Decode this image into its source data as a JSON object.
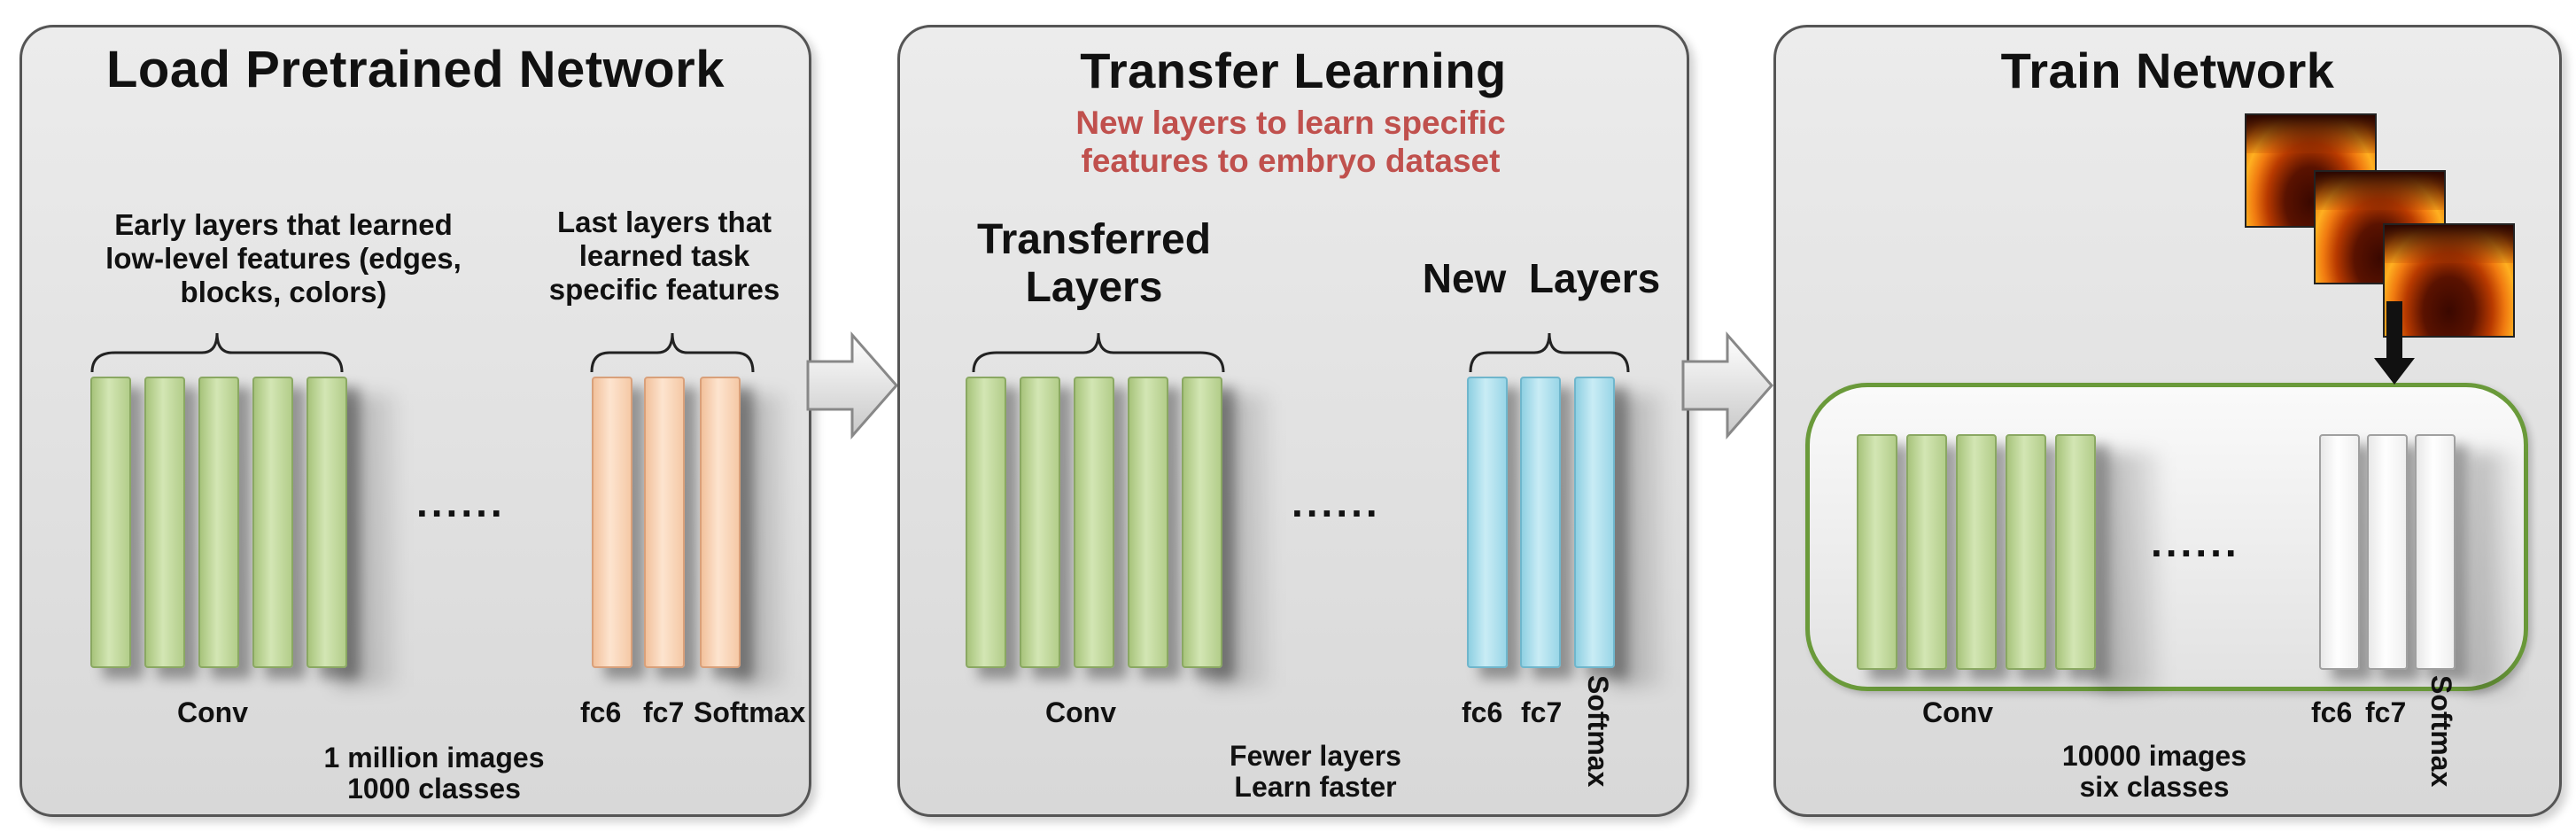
{
  "panel1": {
    "title": "Load Pretrained Network",
    "early_label": [
      "Early layers that learned",
      "low-level features (edges,",
      "blocks, colors)"
    ],
    "last_label": [
      "Last layers that",
      "learned task",
      "specific features"
    ],
    "dots": "......",
    "conv_label": "Conv",
    "fc_labels": [
      "fc6",
      "fc7",
      "Softmax"
    ],
    "dataset": [
      "1  million  images",
      "1000  classes"
    ]
  },
  "panel2": {
    "title": "Transfer Learning",
    "highlight": [
      "New layers to learn specific",
      "features to embryo dataset"
    ],
    "transferred_label": [
      "Transferred",
      "Layers"
    ],
    "new_label": "New  Layers",
    "dots": "......",
    "conv_label": "Conv",
    "fc_labels": [
      "fc6",
      "fc7"
    ],
    "softmax_label": "Softmax",
    "note": [
      "Fewer layers",
      "Learn faster"
    ]
  },
  "panel3": {
    "title": "Train Network",
    "dots": "......",
    "conv_label": "Conv",
    "fc_labels": [
      "fc6",
      "fc7"
    ],
    "softmax_label": "Softmax",
    "dataset": [
      "10000 images",
      "six classes"
    ]
  },
  "colors": {
    "highlight": "#c0504d",
    "conv_green": "#c4dca0",
    "fc_peach": "#fbd6b8",
    "new_blue": "#b3e2ee",
    "train_border": "#6a9a3a"
  },
  "icons": [
    "right-arrow-icon",
    "down-arrow-icon",
    "embryo-image"
  ]
}
